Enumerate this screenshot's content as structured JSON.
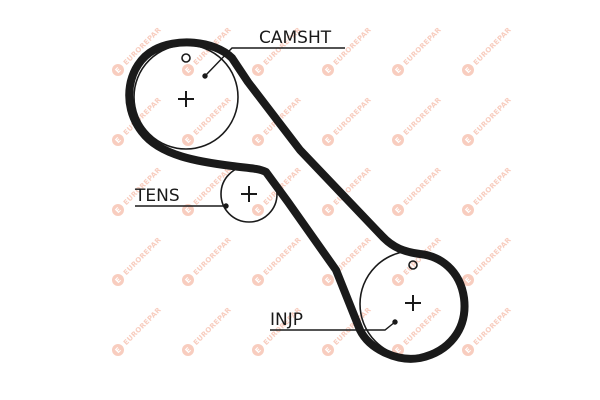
{
  "diagram": {
    "labels": {
      "camshaft": "CAMSHT",
      "tensioner": "TENS",
      "injection_pump": "INJP"
    }
  },
  "watermark": {
    "text": "EUROREPAR",
    "logo_letter": "E",
    "color": "#f3a58c"
  },
  "colors": {
    "belt": "#1a1a1a",
    "line": "#1a1a1a"
  }
}
